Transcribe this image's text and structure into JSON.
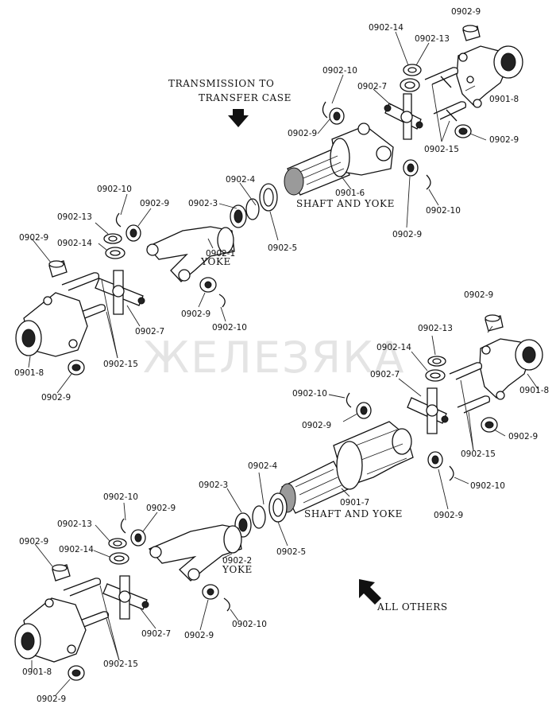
{
  "captions": {
    "upper_heading_line1": "TRANSMISSION  TO",
    "upper_heading_line2": "TRANSFER CASE",
    "shaft_yoke_upper": "SHAFT AND YOKE",
    "shaft_yoke_lower": "SHAFT AND YOKE",
    "yoke_upper": "YOKE",
    "yoke_lower": "YOKE",
    "all_others": "ALL  OTHERS"
  },
  "watermark": "ЖЕЛЕЗЯКА",
  "upper_labels": {
    "u_0902_9_top": "0902-9",
    "u_0902_14": "0902-14",
    "u_0902_13": "0902-13",
    "u_0902_10_top": "0902-10",
    "u_0902_7_right": "0902-7",
    "u_0901_8_right": "0901-8",
    "u_0902_9_mid": "0902-9",
    "u_0902_9_right": "0902-9",
    "u_0902_15_right": "0902-15",
    "u_0901_6": "0901-6",
    "u_0902_10_r2": "0902-10",
    "u_0902_9_r2": "0902-9",
    "u_0902_4": "0902-4",
    "u_0902_3": "0902-3",
    "u_0902_5": "0902-5",
    "u_0902_1": "0902-1",
    "u_0902_10_left": "0902-10",
    "u_0902_9_left": "0902-9",
    "u_0902_13_left": "0902-13",
    "u_0902_14_left": "0902-14",
    "u_0902_9_left_top": "0902-9",
    "u_0902_7_left": "0902-7",
    "u_0902_15_left": "0902-15",
    "u_0902_9_yoke": "0902-9",
    "u_0902_10_yoke": "0902-10",
    "u_0901_8_left": "0901-8",
    "u_0902_9_bottom": "0902-9"
  },
  "lower_labels": {
    "l_0902_9_top": "0902-9",
    "l_0902_13": "0902-13",
    "l_0902_14": "0902-14",
    "l_0902_7_right": "0902-7",
    "l_0901_8_right": "0901-8",
    "l_0902_10_mid": "0902-10",
    "l_0902_9_mid": "0902-9",
    "l_0902_9_right": "0902-9",
    "l_0902_15_right": "0902-15",
    "l_0902_10_r2": "0902-10",
    "l_0902_9_r2": "0902-9",
    "l_0902_4": "0902-4",
    "l_0902_3": "0902-3",
    "l_0901_7": "0901-7",
    "l_0902_5": "0902-5",
    "l_0902_2": "0902-2",
    "l_0902_10_left": "0902-10",
    "l_0902_9_left": "0902-9",
    "l_0902_13_left": "0902-13",
    "l_0902_14_left": "0902-14",
    "l_0902_9_left_top": "0902-9",
    "l_0902_7_left": "0902-7",
    "l_0902_15_left": "0902-15",
    "l_0902_9_yoke": "0902-9",
    "l_0902_10_yoke": "0902-10",
    "l_0901_8_left": "0901-8",
    "l_0902_9_bottom": "0902-9"
  },
  "colors": {
    "ink": "#111111",
    "paper": "#ffffff",
    "watermark": "#cfcfcf"
  },
  "icons": {
    "upper_arrow": "arrow-down-icon",
    "lower_arrow": "arrow-up-left-icon"
  }
}
